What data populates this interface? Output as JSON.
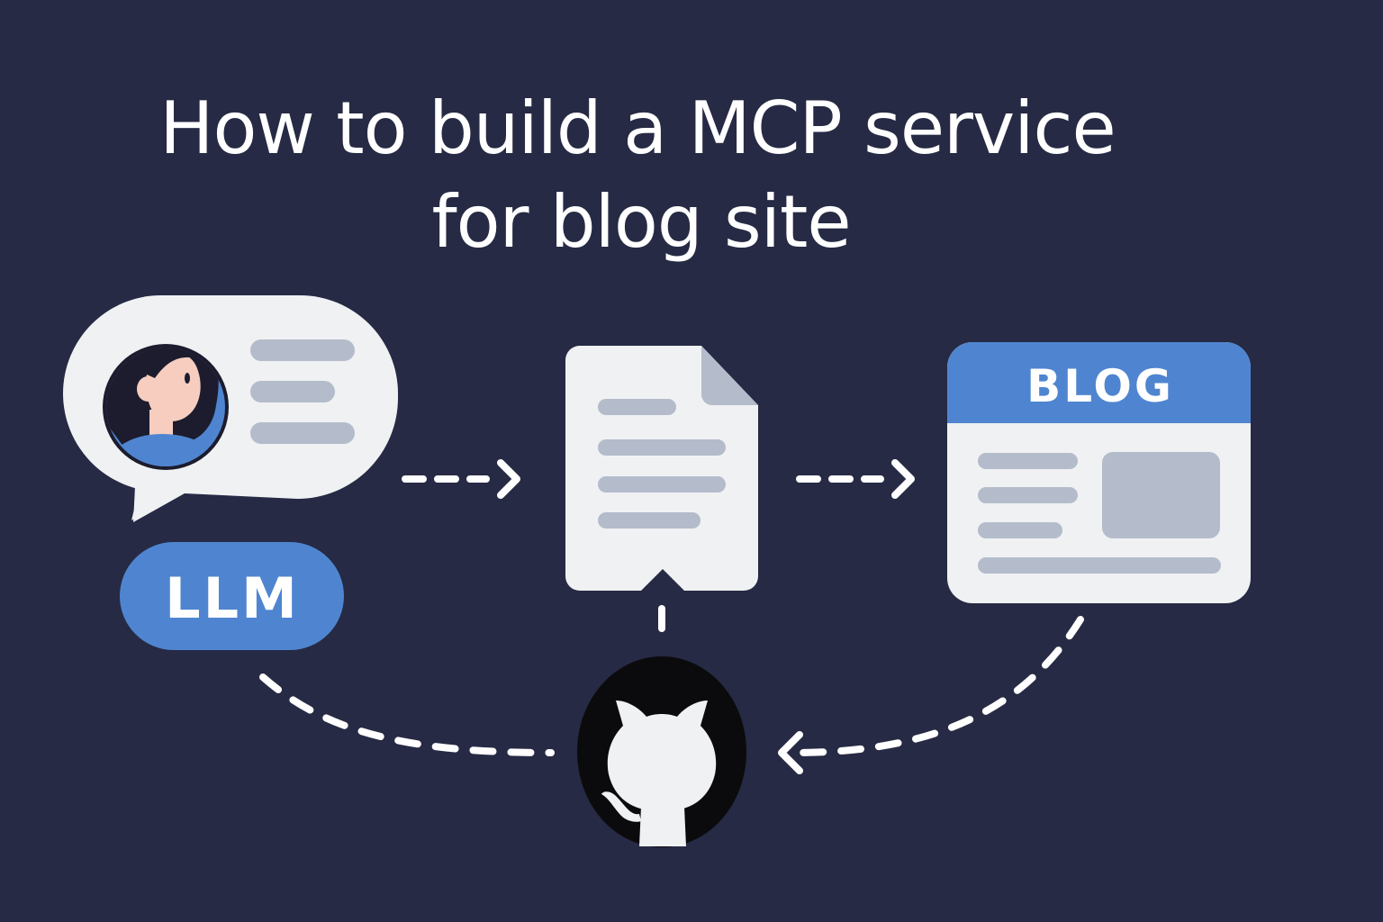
{
  "title": {
    "line1": "How to build a MCP service",
    "line2": "for blog site"
  },
  "llm": {
    "label": "LLM"
  },
  "blog": {
    "header_label": "BLOG"
  },
  "icons": {
    "user": "user-avatar-icon",
    "chat": "chat-bubble-icon",
    "document": "document-icon",
    "blog": "blog-page-icon",
    "github": "github-octocat-icon"
  },
  "colors": {
    "background": "#262a44",
    "title": "#ffffff",
    "card": "#f0f1f3",
    "accent_blue": "#4f85d0",
    "placeholder_gray": "#b4bccb",
    "arrow": "#ffffff",
    "github_circle": "#0b0b0e",
    "skin": "#f6cdbf",
    "hair": "#1c1c2e"
  }
}
